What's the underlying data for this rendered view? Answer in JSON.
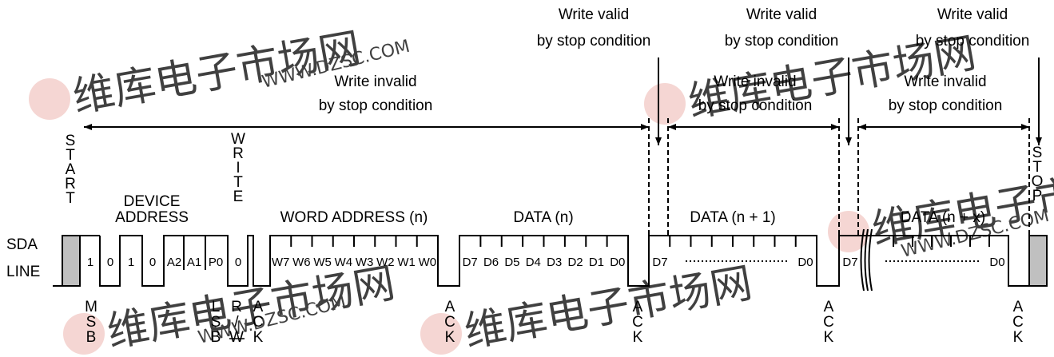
{
  "signal_label": [
    "SDA",
    "LINE"
  ],
  "start_label": "START",
  "stop_label": "STOP",
  "write_label": "WRITE",
  "device_address_label": [
    "DEVICE",
    "ADDRESS"
  ],
  "word_address_label": "WORD ADDRESS (n)",
  "data_labels": [
    "DATA (n)",
    "DATA (n + 1)",
    "DATA (n + x)"
  ],
  "device_bits": [
    "1",
    "0",
    "1",
    "0",
    "A2",
    "A1",
    "P0",
    "0"
  ],
  "word_bits": [
    "W7",
    "W6",
    "W5",
    "W4",
    "W3",
    "W2",
    "W1",
    "W0"
  ],
  "data_bits": [
    "D7",
    "D6",
    "D5",
    "D4",
    "D3",
    "D2",
    "D1",
    "D0"
  ],
  "short_byte_bits": [
    "D7",
    "D0"
  ],
  "bottom_labels": {
    "msb": "MSB",
    "lsb": "LSB",
    "rw": [
      "R",
      "/",
      "W"
    ],
    "ack": "ACK"
  },
  "annotations": {
    "write_invalid": [
      "Write invalid",
      "by stop condition"
    ],
    "write_valid": [
      "Write valid",
      "by stop condition"
    ]
  },
  "watermark": {
    "brand": "维库电子市场网",
    "url": "WWW.DZSC.COM",
    "color": "#f2c9c4"
  },
  "colors": {
    "line": "#000000",
    "start_stop_fill": "#c0c0c0"
  }
}
